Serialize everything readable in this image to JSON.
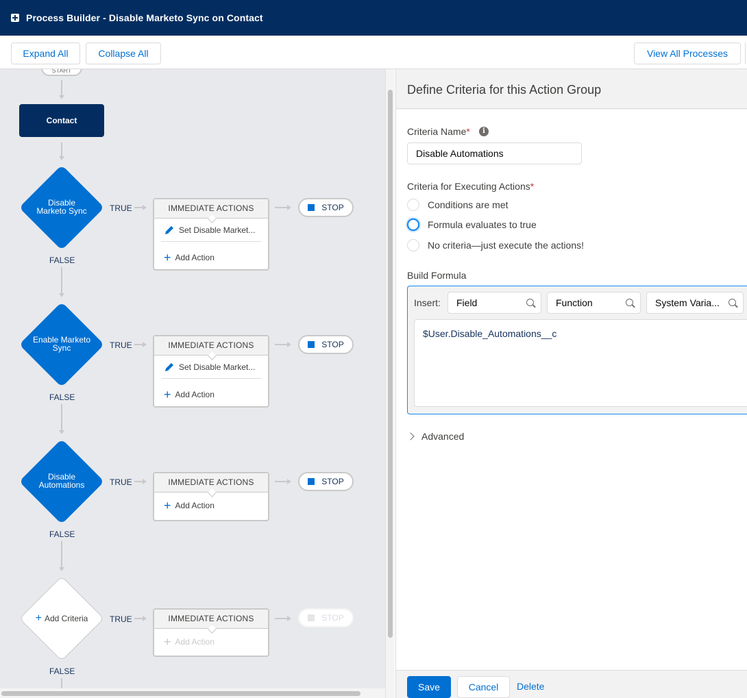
{
  "header": {
    "title": "Process Builder - Disable Marketo Sync on Contact"
  },
  "toolbar": {
    "expand_all": "Expand All",
    "collapse_all": "Collapse All",
    "view_all_processes": "View All Processes"
  },
  "canvas": {
    "start_label": "START",
    "object_node": "Contact",
    "true_label": "TRUE",
    "false_label": "FALSE",
    "immediate_actions": "IMMEDIATE ACTIONS",
    "stop_label": "STOP",
    "add_action": "Add Action",
    "criteria": [
      {
        "name_line1": "Disable",
        "name_line2": "Marketo Sync",
        "action": "Set Disable Market..."
      },
      {
        "name_line1": "Enable Marketo",
        "name_line2": "Sync",
        "action": "Set Disable Market..."
      },
      {
        "name_line1": "Disable",
        "name_line2": "Automations"
      },
      {
        "add_label": "Add Criteria"
      }
    ]
  },
  "panel": {
    "title": "Define Criteria for this Action Group",
    "criteria_name_label": "Criteria Name",
    "required_mark": "*",
    "info_glyph": "i",
    "criteria_name_value": "Disable Automations",
    "executing_label": "Criteria for Executing Actions",
    "options": [
      {
        "label": "Conditions are met",
        "checked": false
      },
      {
        "label": "Formula evaluates to true",
        "checked": true
      },
      {
        "label": "No criteria—just execute the actions!",
        "checked": false
      }
    ],
    "build_formula_label": "Build Formula",
    "insert_label": "Insert:",
    "insert_field": "Field",
    "insert_function": "Function",
    "insert_system": "System Varia...",
    "formula_value": "$User.Disable_Automations__c",
    "advanced_label": "Advanced"
  },
  "footer": {
    "save": "Save",
    "cancel": "Cancel",
    "delete": "Delete"
  },
  "colors": {
    "header_bg": "#032d60",
    "brand_blue": "#0070d2",
    "canvas_bg": "#e8e9ec"
  }
}
